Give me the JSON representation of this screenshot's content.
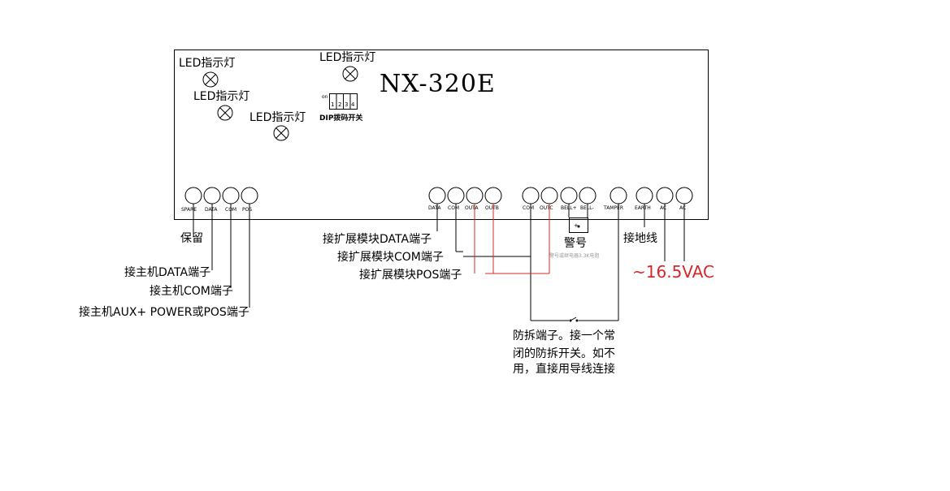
{
  "board": {
    "model": "NX-320E",
    "led_label": "LED指示灯",
    "dip_label": "DIP拨码开关",
    "dip_on": "on",
    "dip_numbers": [
      "1",
      "2",
      "3",
      "4"
    ]
  },
  "terminals": {
    "left": [
      "SPARE",
      "DATA",
      "COM",
      "POS"
    ],
    "middle": [
      "DATA",
      "COM",
      "OUTA",
      "OUTB"
    ],
    "right": [
      "COM",
      "OUTC",
      "BELL+",
      "BELL-",
      "TAMPER",
      "EARTH",
      "AC",
      "AC"
    ]
  },
  "annotations": {
    "spare": "保留",
    "host_data": "接主机DATA端子",
    "host_com": "接主机COM端子",
    "host_pos": "接主机AUX+ POWER或POS端子",
    "exp_data": "接扩展模块DATA端子",
    "exp_com": "接扩展模块COM端子",
    "exp_pos": "接扩展模块POS端子",
    "siren": "警号",
    "siren_note": "警号或继电器3.3K电阻",
    "earth": "接地线",
    "ac_voltage": "~16.5VAC",
    "tamper_line1": "防拆端子。接一个常",
    "tamper_line2": "闭的防拆开关。如不",
    "tamper_line3": "用，直接用导线连接"
  },
  "colors": {
    "accent": "#d4282a",
    "line": "#000000"
  }
}
